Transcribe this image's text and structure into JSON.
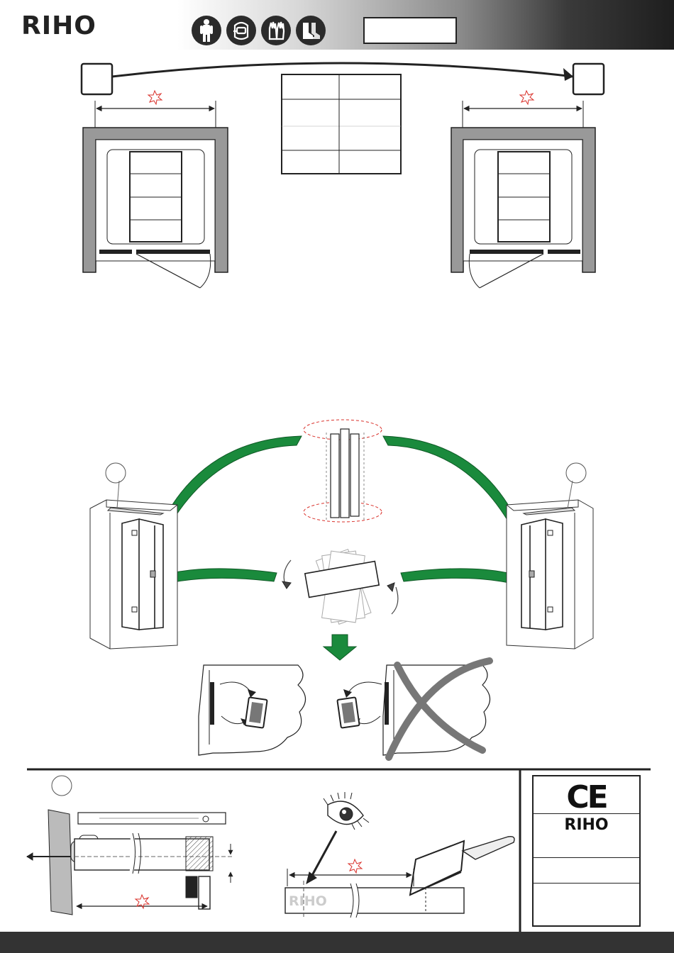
{
  "header": {
    "brand": "RIHO",
    "ppe_icons": [
      "protective-suit-icon",
      "face-shield-icon",
      "gloves-icon",
      "safety-boots-icon"
    ]
  },
  "spec_table": {
    "rows": 4,
    "columns": 2
  },
  "bench_label": "RIHO",
  "cert_panel": {
    "mark": "CE",
    "brand": "RIHO"
  },
  "colors": {
    "accent_green": "#1a8a3c",
    "warning_red": "#d9302a",
    "dark": "#222222"
  }
}
